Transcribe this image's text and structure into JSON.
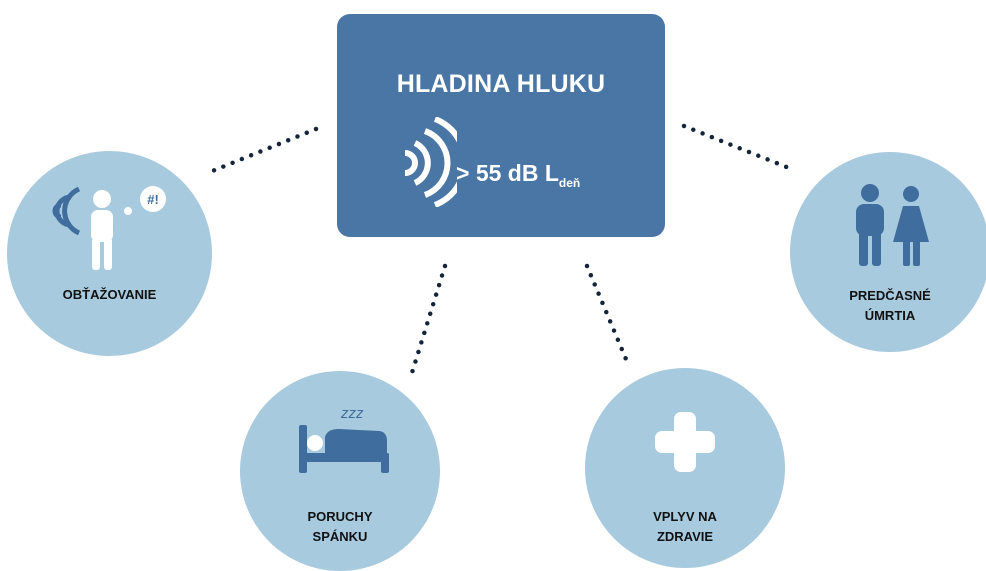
{
  "center": {
    "title": "HLADINA HLUKU",
    "threshold": "> 55 dB L",
    "threshold_subscript": "deň",
    "icon": "sound-waves-icon"
  },
  "effects": [
    {
      "label": "OBŤAŽOVANIE",
      "icon": "annoyed-person-icon",
      "speech": "#!"
    },
    {
      "label_line1": "PORUCHY",
      "label_line2": "SPÁNKU",
      "icon": "sleeping-in-bed-icon",
      "zzz": "zzz"
    },
    {
      "label_line1": "VPLYV NA",
      "label_line2": "ZDRAVIE",
      "icon": "medical-cross-icon"
    },
    {
      "label_line1": "PREDČASNÉ",
      "label_line2": "ÚMRTIA",
      "icon": "man-woman-icon"
    }
  ],
  "colors": {
    "center_box": "#4a76a6",
    "circle": "#a8cade",
    "icon_dark": "#3f6d9e",
    "icon_light": "#ffffff",
    "dots": "#16243a"
  }
}
